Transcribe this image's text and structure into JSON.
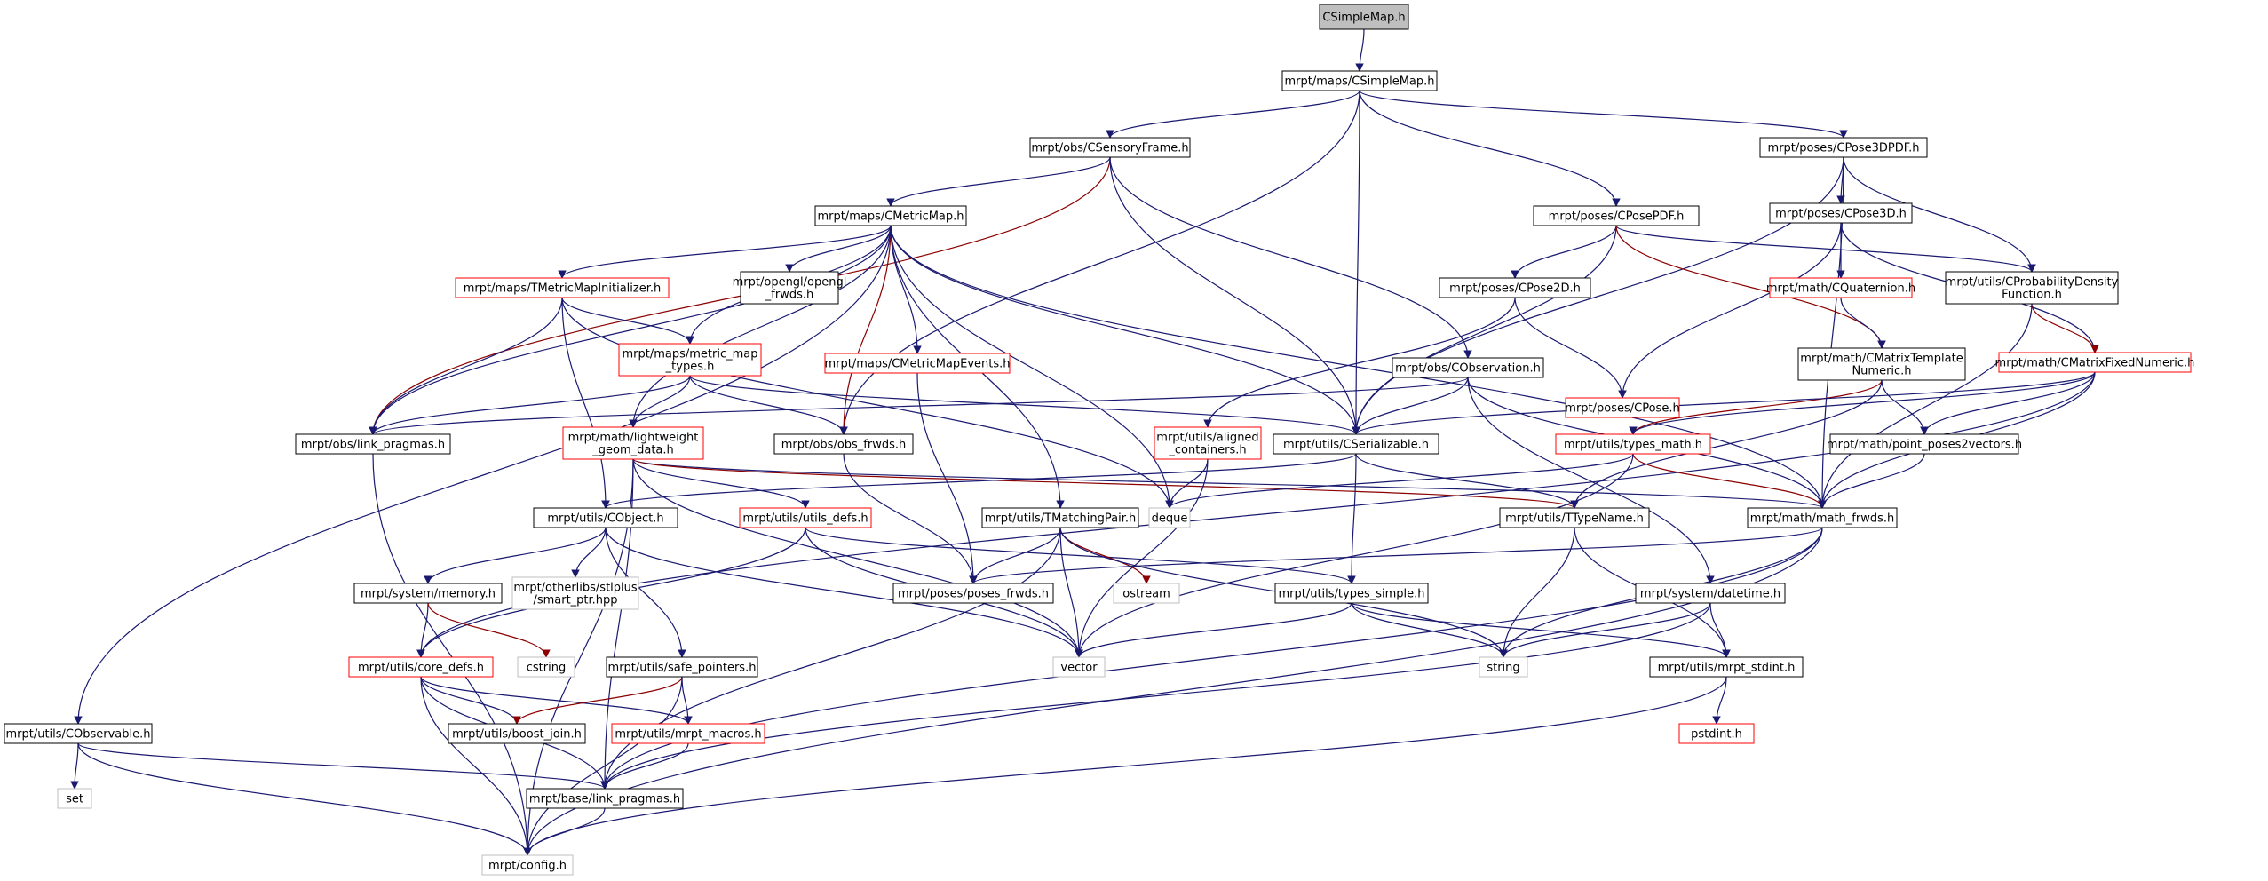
{
  "colors": {
    "normal_border": "#000000",
    "missing_border": "#bfbfbf",
    "error_border": "#ff0000",
    "root_fill": "#bfbfbf",
    "edge": "#191970",
    "edge_alt": "#8b0000"
  },
  "nodes": [
    {
      "id": "root",
      "label": "CSimpleMap.h",
      "style": "root"
    },
    {
      "id": "maps_simplemap",
      "label": "mrpt/maps/CSimpleMap.h",
      "style": "normal"
    },
    {
      "id": "sensoryframe",
      "label": "mrpt/obs/CSensoryFrame.h",
      "style": "normal"
    },
    {
      "id": "pose3dpdf",
      "label": "mrpt/poses/CPose3DPDF.h",
      "style": "normal"
    },
    {
      "id": "metricmap",
      "label": "mrpt/maps/CMetricMap.h",
      "style": "normal"
    },
    {
      "id": "posepdf",
      "label": "mrpt/poses/CPosePDF.h",
      "style": "normal"
    },
    {
      "id": "cpose3d",
      "label": "mrpt/poses/CPose3D.h",
      "style": "normal"
    },
    {
      "id": "tmetricinit",
      "label": "mrpt/maps/TMetricMapInitializer.h",
      "style": "error"
    },
    {
      "id": "opengl_frwds",
      "label": [
        "mrpt/opengl/opengl",
        "_frwds.h"
      ],
      "style": "normal"
    },
    {
      "id": "cpose2d",
      "label": "mrpt/poses/CPose2D.h",
      "style": "normal"
    },
    {
      "id": "cquaternion",
      "label": "mrpt/math/CQuaternion.h",
      "style": "error"
    },
    {
      "id": "cprobdens",
      "label": [
        "mrpt/utils/CProbabilityDensity",
        "Function.h"
      ],
      "style": "normal"
    },
    {
      "id": "metric_map_types",
      "label": [
        "mrpt/maps/metric_map",
        "_types.h"
      ],
      "style": "error"
    },
    {
      "id": "cmetricmapevents",
      "label": "mrpt/maps/CMetricMapEvents.h",
      "style": "error"
    },
    {
      "id": "cobservation",
      "label": "mrpt/obs/CObservation.h",
      "style": "normal"
    },
    {
      "id": "cpose",
      "label": "mrpt/poses/CPose.h",
      "style": "error"
    },
    {
      "id": "cmatrixtemplate",
      "label": [
        "mrpt/math/CMatrixTemplate",
        "Numeric.h"
      ],
      "style": "normal"
    },
    {
      "id": "cmatrixfixed",
      "label": "mrpt/math/CMatrixFixedNumeric.h",
      "style": "error"
    },
    {
      "id": "obs_link_pragmas",
      "label": "mrpt/obs/link_pragmas.h",
      "style": "normal"
    },
    {
      "id": "lightweight",
      "label": [
        "mrpt/math/lightweight",
        "_geom_data.h"
      ],
      "style": "error"
    },
    {
      "id": "obs_frwds",
      "label": "mrpt/obs/obs_frwds.h",
      "style": "normal"
    },
    {
      "id": "aligned",
      "label": [
        "mrpt/utils/aligned",
        "_containers.h"
      ],
      "style": "error"
    },
    {
      "id": "cserializable",
      "label": "mrpt/utils/CSerializable.h",
      "style": "normal"
    },
    {
      "id": "types_math",
      "label": "mrpt/utils/types_math.h",
      "style": "error"
    },
    {
      "id": "point_poses2vectors",
      "label": "mrpt/math/point_poses2vectors.h",
      "style": "normal"
    },
    {
      "id": "cobject",
      "label": "mrpt/utils/CObject.h",
      "style": "normal"
    },
    {
      "id": "utils_defs",
      "label": "mrpt/utils/utils_defs.h",
      "style": "error"
    },
    {
      "id": "deque",
      "label": "deque",
      "style": "missing"
    },
    {
      "id": "tmatchingpair",
      "label": "mrpt/utils/TMatchingPair.h",
      "style": "normal"
    },
    {
      "id": "ttypename",
      "label": "mrpt/utils/TTypeName.h",
      "style": "normal"
    },
    {
      "id": "math_frwds",
      "label": "mrpt/math/math_frwds.h",
      "style": "normal"
    },
    {
      "id": "memory",
      "label": "mrpt/system/memory.h",
      "style": "normal"
    },
    {
      "id": "smart_ptr",
      "label": [
        "mrpt/otherlibs/stlplus",
        "/smart_ptr.hpp"
      ],
      "style": "missing"
    },
    {
      "id": "ostream",
      "label": "ostream",
      "style": "missing"
    },
    {
      "id": "poses_frwds",
      "label": "mrpt/poses/poses_frwds.h",
      "style": "normal"
    },
    {
      "id": "types_simple",
      "label": "mrpt/utils/types_simple.h",
      "style": "normal"
    },
    {
      "id": "datetime",
      "label": "mrpt/system/datetime.h",
      "style": "normal"
    },
    {
      "id": "core_defs",
      "label": "mrpt/utils/core_defs.h",
      "style": "error"
    },
    {
      "id": "cstring",
      "label": "cstring",
      "style": "missing"
    },
    {
      "id": "safe_pointers",
      "label": "mrpt/utils/safe_pointers.h",
      "style": "normal"
    },
    {
      "id": "vector",
      "label": "vector",
      "style": "missing"
    },
    {
      "id": "string",
      "label": "string",
      "style": "missing"
    },
    {
      "id": "mrpt_stdint",
      "label": "mrpt/utils/mrpt_stdint.h",
      "style": "normal"
    },
    {
      "id": "cobservable",
      "label": "mrpt/utils/CObservable.h",
      "style": "normal"
    },
    {
      "id": "boost_join",
      "label": "mrpt/utils/boost_join.h",
      "style": "normal"
    },
    {
      "id": "mrpt_macros",
      "label": "mrpt/utils/mrpt_macros.h",
      "style": "error"
    },
    {
      "id": "pstdint",
      "label": "pstdint.h",
      "style": "error"
    },
    {
      "id": "set",
      "label": "set",
      "style": "missing"
    },
    {
      "id": "base_link_pragmas",
      "label": "mrpt/base/link_pragmas.h",
      "style": "normal"
    },
    {
      "id": "config",
      "label": "mrpt/config.h",
      "style": "missing"
    }
  ],
  "edges": [
    [
      "root",
      "maps_simplemap"
    ],
    [
      "maps_simplemap",
      "sensoryframe"
    ],
    [
      "maps_simplemap",
      "pose3dpdf"
    ],
    [
      "maps_simplemap",
      "posepdf"
    ],
    [
      "maps_simplemap",
      "cserializable"
    ],
    [
      "maps_simplemap",
      "obs_frwds"
    ],
    [
      "sensoryframe",
      "metricmap"
    ],
    [
      "sensoryframe",
      "obs_link_pragmas"
    ],
    [
      "sensoryframe",
      "cobservation"
    ],
    [
      "sensoryframe",
      "cserializable"
    ],
    [
      "pose3dpdf",
      "cpose3d"
    ],
    [
      "pose3dpdf",
      "cprobdens"
    ],
    [
      "pose3dpdf",
      "cserializable"
    ],
    [
      "pose3dpdf",
      "math_frwds"
    ],
    [
      "metricmap",
      "tmetricinit"
    ],
    [
      "metricmap",
      "opengl_frwds"
    ],
    [
      "metricmap",
      "metric_map_types"
    ],
    [
      "metricmap",
      "cmetricmapevents"
    ],
    [
      "metricmap",
      "obs_frwds"
    ],
    [
      "metricmap",
      "lightweight"
    ],
    [
      "metricmap",
      "obs_link_pragmas"
    ],
    [
      "metricmap",
      "cobservable"
    ],
    [
      "metricmap",
      "tmatchingpair"
    ],
    [
      "metricmap",
      "cserializable"
    ],
    [
      "metricmap",
      "deque"
    ],
    [
      "metricmap",
      "math_frwds"
    ],
    [
      "posepdf",
      "cpose2d"
    ],
    [
      "posepdf",
      "cprobdens"
    ],
    [
      "posepdf",
      "cserializable"
    ],
    [
      "posepdf",
      "cmatrixtemplate"
    ],
    [
      "cpose3d",
      "cquaternion"
    ],
    [
      "cpose3d",
      "cpose"
    ],
    [
      "cpose3d",
      "cmatrixfixed"
    ],
    [
      "tmetricinit",
      "metric_map_types"
    ],
    [
      "tmetricinit",
      "obs_link_pragmas"
    ],
    [
      "tmetricinit",
      "cobject"
    ],
    [
      "tmetricinit",
      "deque"
    ],
    [
      "cpose2d",
      "cpose"
    ],
    [
      "cpose2d",
      "aligned"
    ],
    [
      "cquaternion",
      "cmatrixtemplate"
    ],
    [
      "cprobdens",
      "cmatrixfixed"
    ],
    [
      "cprobdens",
      "math_frwds"
    ],
    [
      "metric_map_types",
      "obs_link_pragmas"
    ],
    [
      "metric_map_types",
      "lightweight"
    ],
    [
      "metric_map_types",
      "obs_frwds"
    ],
    [
      "metric_map_types",
      "cserializable"
    ],
    [
      "cmetricmapevents",
      "poses_frwds"
    ],
    [
      "cobservation",
      "obs_link_pragmas"
    ],
    [
      "cobservation",
      "cserializable"
    ],
    [
      "cobservation",
      "datetime"
    ],
    [
      "cobservation",
      "math_frwds"
    ],
    [
      "cmatrixtemplate",
      "types_math"
    ],
    [
      "cmatrixtemplate",
      "point_poses2vectors"
    ],
    [
      "cmatrixtemplate",
      "ttypename"
    ],
    [
      "cmatrixfixed",
      "types_math"
    ],
    [
      "cmatrixfixed",
      "point_poses2vectors"
    ],
    [
      "cmatrixfixed",
      "math_frwds"
    ],
    [
      "cmatrixfixed",
      "cserializable"
    ],
    [
      "cmatrixfixed",
      "core_defs"
    ],
    [
      "obs_link_pragmas",
      "config"
    ],
    [
      "lightweight",
      "utils_defs"
    ],
    [
      "lightweight",
      "math_frwds"
    ],
    [
      "lightweight",
      "ttypename"
    ],
    [
      "lightweight",
      "vector"
    ],
    [
      "lightweight",
      "base_link_pragmas"
    ],
    [
      "lightweight",
      "config"
    ],
    [
      "obs_frwds",
      "poses_frwds"
    ],
    [
      "aligned",
      "deque"
    ],
    [
      "aligned",
      "vector"
    ],
    [
      "cserializable",
      "cobject"
    ],
    [
      "cserializable",
      "ttypename"
    ],
    [
      "cserializable",
      "types_simple"
    ],
    [
      "types_math",
      "deque"
    ],
    [
      "types_math",
      "math_frwds"
    ],
    [
      "types_math",
      "vector"
    ],
    [
      "point_poses2vectors",
      "math_frwds"
    ],
    [
      "cobject",
      "memory"
    ],
    [
      "cobject",
      "smart_ptr"
    ],
    [
      "cobject",
      "safe_pointers"
    ],
    [
      "cobject",
      "vector"
    ],
    [
      "utils_defs",
      "core_defs"
    ],
    [
      "utils_defs",
      "types_simple"
    ],
    [
      "utils_defs",
      "vector"
    ],
    [
      "tmatchingpair",
      "poses_frwds"
    ],
    [
      "tmatchingpair",
      "ostream"
    ],
    [
      "tmatchingpair",
      "vector"
    ],
    [
      "tmatchingpair",
      "string"
    ],
    [
      "tmatchingpair",
      "base_link_pragmas"
    ],
    [
      "ttypename",
      "string"
    ],
    [
      "ttypename",
      "mrpt_stdint"
    ],
    [
      "math_frwds",
      "poses_frwds"
    ],
    [
      "math_frwds",
      "string"
    ],
    [
      "math_frwds",
      "base_link_pragmas"
    ],
    [
      "math_frwds",
      "config"
    ],
    [
      "memory",
      "core_defs"
    ],
    [
      "memory",
      "cstring"
    ],
    [
      "types_simple",
      "vector"
    ],
    [
      "types_simple",
      "string"
    ],
    [
      "types_simple",
      "mrpt_stdint"
    ],
    [
      "datetime",
      "mrpt_stdint"
    ],
    [
      "datetime",
      "string"
    ],
    [
      "datetime",
      "base_link_pragmas"
    ],
    [
      "core_defs",
      "boost_join"
    ],
    [
      "core_defs",
      "mrpt_macros"
    ],
    [
      "core_defs",
      "base_link_pragmas"
    ],
    [
      "core_defs",
      "config"
    ],
    [
      "safe_pointers",
      "boost_join"
    ],
    [
      "safe_pointers",
      "mrpt_macros"
    ],
    [
      "safe_pointers",
      "config"
    ],
    [
      "mrpt_stdint",
      "pstdint"
    ],
    [
      "mrpt_stdint",
      "config"
    ],
    [
      "cobservable",
      "set"
    ],
    [
      "cobservable",
      "base_link_pragmas"
    ],
    [
      "cobservable",
      "config"
    ],
    [
      "mrpt_macros",
      "base_link_pragmas"
    ],
    [
      "base_link_pragmas",
      "config"
    ]
  ]
}
